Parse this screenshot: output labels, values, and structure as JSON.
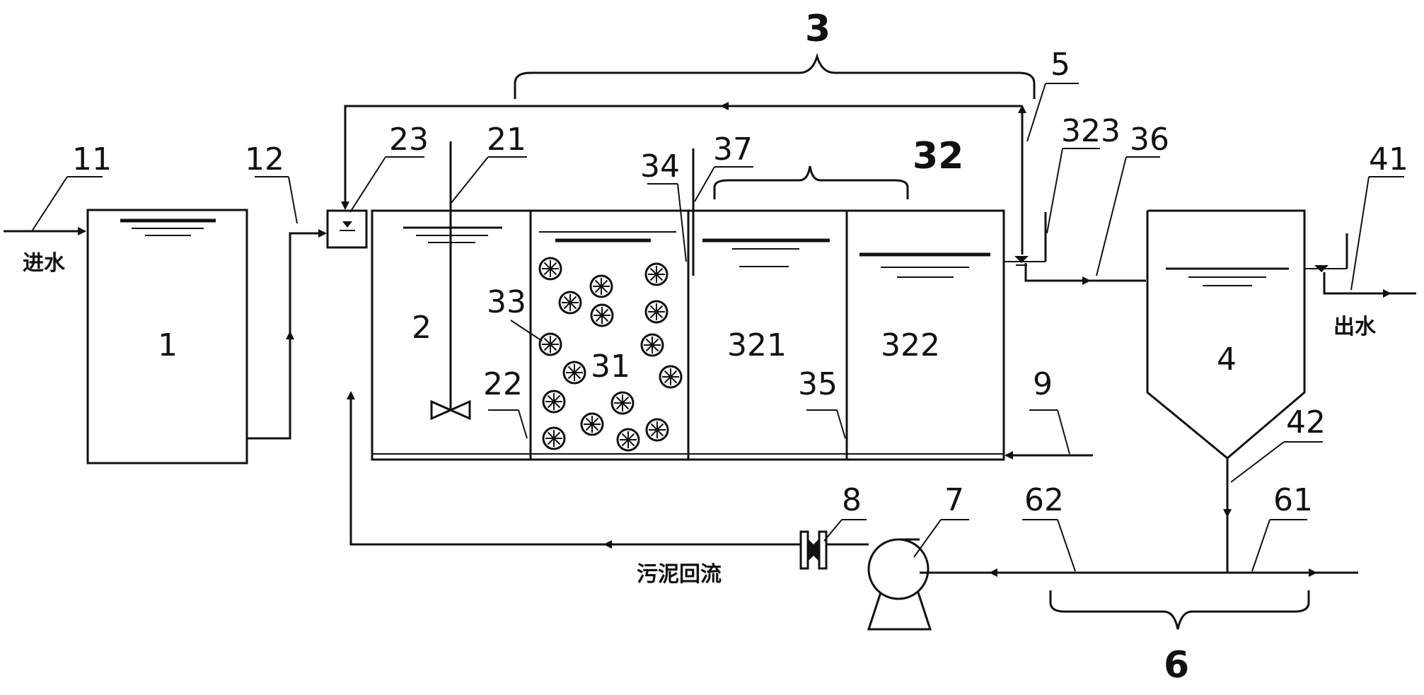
{
  "labels": {
    "n1": "1",
    "n2": "2",
    "n3": "3",
    "n4": "4",
    "n5": "5",
    "n6": "6",
    "n7": "7",
    "n8": "8",
    "n9": "9",
    "n11": "11",
    "n12": "12",
    "n21": "21",
    "n22": "22",
    "n23": "23",
    "n31": "31",
    "n32": "32",
    "n33": "33",
    "n34": "34",
    "n35": "35",
    "n36": "36",
    "n37": "37",
    "n41": "41",
    "n42": "42",
    "n61": "61",
    "n62": "62",
    "n321": "321",
    "n322": "322",
    "n323": "323"
  },
  "text": {
    "inlet": "进水",
    "outlet": "出水",
    "sludge_return": "污泥回流"
  }
}
